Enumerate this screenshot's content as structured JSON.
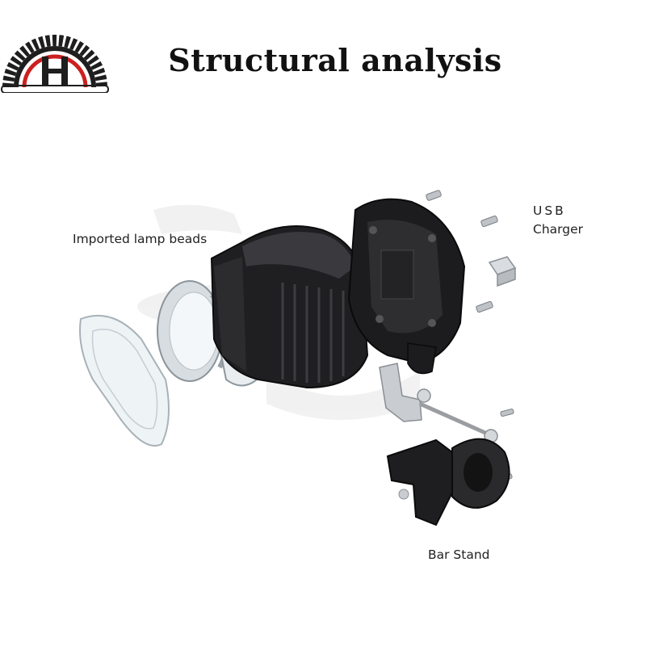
{
  "title": "Structural analysis",
  "logo": {
    "name": "brand-logo",
    "mark": "H",
    "colors": {
      "arch": "#1e1e1e",
      "accent": "#cc2020"
    }
  },
  "labels": {
    "lamp_beads": "Imported lamp beads",
    "usb_line1": "USB",
    "usb_line2": "Charger",
    "bar_stand": "Bar Stand"
  },
  "colors": {
    "housing": "#1f1f21",
    "housing_highlight": "#4a4a4e",
    "metal": "#c8c8cc",
    "glass": "#e8eef2"
  }
}
